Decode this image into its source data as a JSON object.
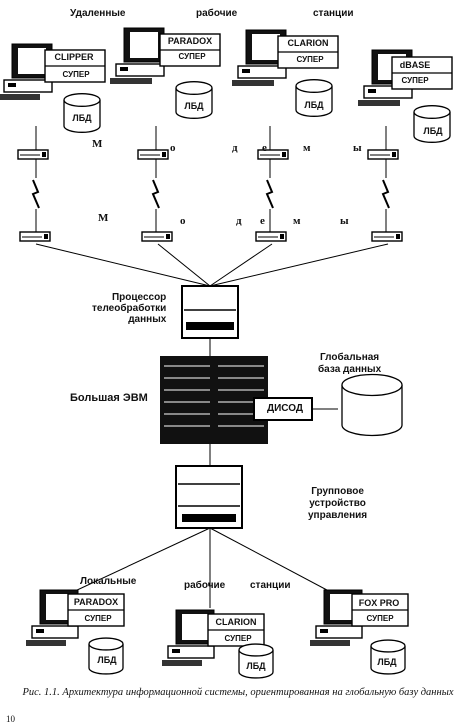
{
  "labels": {
    "remote": "Удаленные",
    "working": "рабочие",
    "stations": "станции",
    "local": "Локальные",
    "local_working": "рабочие",
    "local_stations": "станции",
    "processor": "Процессор\nтелеобработки\nданных",
    "mainframe": "Большая ЭВМ",
    "global_db": "Глобальная\nбаза данных",
    "disod": "ДИСОД",
    "group_ctrl": "Групповое\nустройство\nуправления",
    "modems": [
      "М",
      "о",
      "д",
      "е",
      "м",
      "ы"
    ]
  },
  "remote_stations": [
    {
      "product": "CLIPPER",
      "super": "СУПЕР",
      "db": "ЛБД"
    },
    {
      "product": "PARADOX",
      "super": "СУПЕР",
      "db": "ЛБД"
    },
    {
      "product": "CLARION",
      "super": "СУПЕР",
      "db": "ЛБД"
    },
    {
      "product": "dBASE",
      "super": "СУПЕР",
      "db": "ЛБД"
    }
  ],
  "local_stations": [
    {
      "product": "PARADOX",
      "super": "СУПЕР",
      "db": "ЛБД"
    },
    {
      "product": "CLARION",
      "super": "СУПЕР",
      "db": "ЛБД"
    },
    {
      "product": "FOX PRO",
      "super": "СУПЕР",
      "db": "ЛБД"
    }
  ],
  "caption": "Рис. 1.1. Архитектура информационной системы, ориентированная на глобальную базу данных",
  "page_number": "10"
}
